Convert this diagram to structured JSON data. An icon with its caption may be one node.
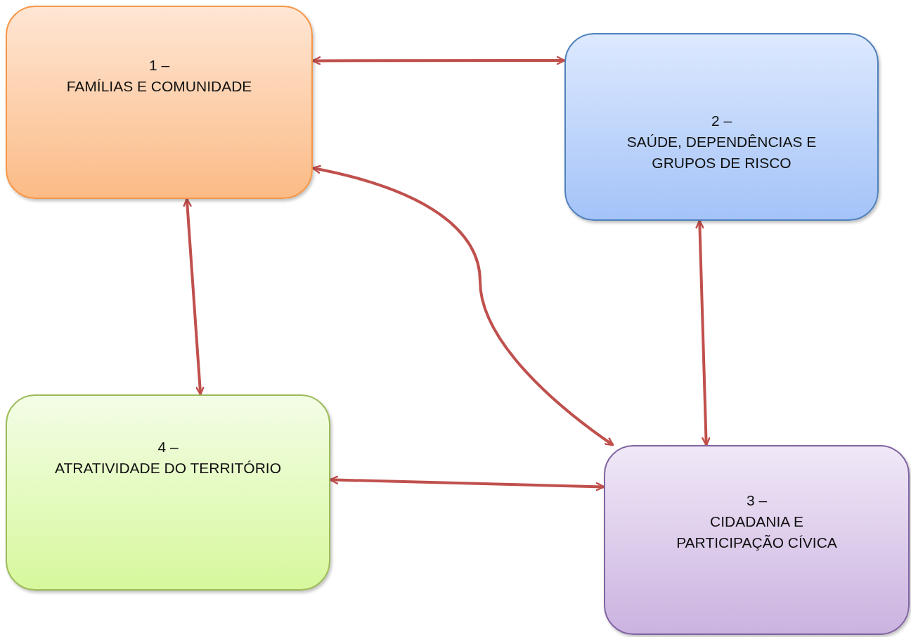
{
  "diagram": {
    "nodes": [
      {
        "text": [
          "1 –",
          "FAMÍLIAS E COMUNIDADE"
        ]
      },
      {
        "text": [
          "2 –",
          "SAÚDE, DEPENDÊNCIAS E GRUPOS DE RISCO"
        ]
      },
      {
        "text": [
          "3 –",
          "CIDADANIA E PARTICIPAÇÃO CÍVICA"
        ]
      },
      {
        "text": [
          "4 –",
          "ATRATIVIDADE DO TERRITÓRIO"
        ]
      }
    ],
    "edges": [
      {
        "from": 0,
        "to": 1,
        "arrow": "both",
        "color": "#c0504d"
      },
      {
        "from": 0,
        "to": 2,
        "arrow": "both",
        "color": "#c0504d"
      },
      {
        "from": 1,
        "to": 2,
        "arrow": "both",
        "color": "#c0504d"
      },
      {
        "from": 0,
        "to": 3,
        "arrow": "both",
        "color": "#c0504d"
      },
      {
        "from": 3,
        "to": 2,
        "arrow": "both",
        "color": "#c0504d"
      }
    ]
  }
}
